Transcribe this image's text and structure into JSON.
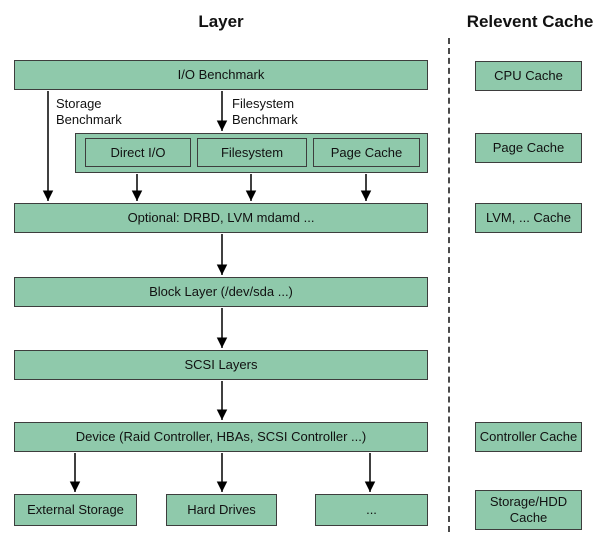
{
  "titles": {
    "layer": "Layer",
    "cache": "Relevent Cache"
  },
  "layers": {
    "io_benchmark": "I/O Benchmark",
    "direct_io": "Direct I/O",
    "filesystem": "Filesystem",
    "page_cache": "Page Cache",
    "optional": "Optional: DRBD, LVM mdamd ...",
    "block_layer": "Block Layer (/dev/sda ...)",
    "scsi_layers": "SCSI Layers",
    "device": "Device (Raid Controller, HBAs, SCSI Controller ...)",
    "external_storage": "External Storage",
    "hard_drives": "Hard Drives",
    "ellipsis": "..."
  },
  "edge_labels": {
    "storage_benchmark": "Storage\nBenchmark",
    "filesystem_benchmark": "Filesystem\nBenchmark"
  },
  "caches": {
    "cpu": "CPU Cache",
    "page": "Page Cache",
    "lvm": "LVM, ... Cache",
    "controller": "Controller Cache",
    "storage_hdd": "Storage/HDD Cache"
  },
  "colors": {
    "box_fill": "#8fc9ab",
    "box_border": "#3d3d3d",
    "arrow_color": "#000000",
    "divider_color": "#4a4a4a"
  }
}
